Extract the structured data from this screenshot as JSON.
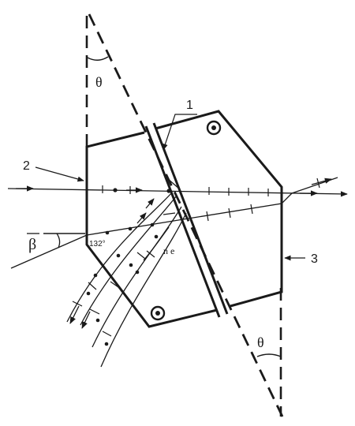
{
  "labels": {
    "theta_top": "θ",
    "theta_bottom": "θ",
    "part_1": "1",
    "part_2": "2",
    "part_3": "3",
    "beta": "β",
    "angle_132": "132°",
    "n_e": "n e"
  },
  "colors": {
    "ink": "#1a1a1a",
    "background": "#ffffff"
  },
  "icons": {
    "mount_marker": "circled-dot-icon"
  }
}
